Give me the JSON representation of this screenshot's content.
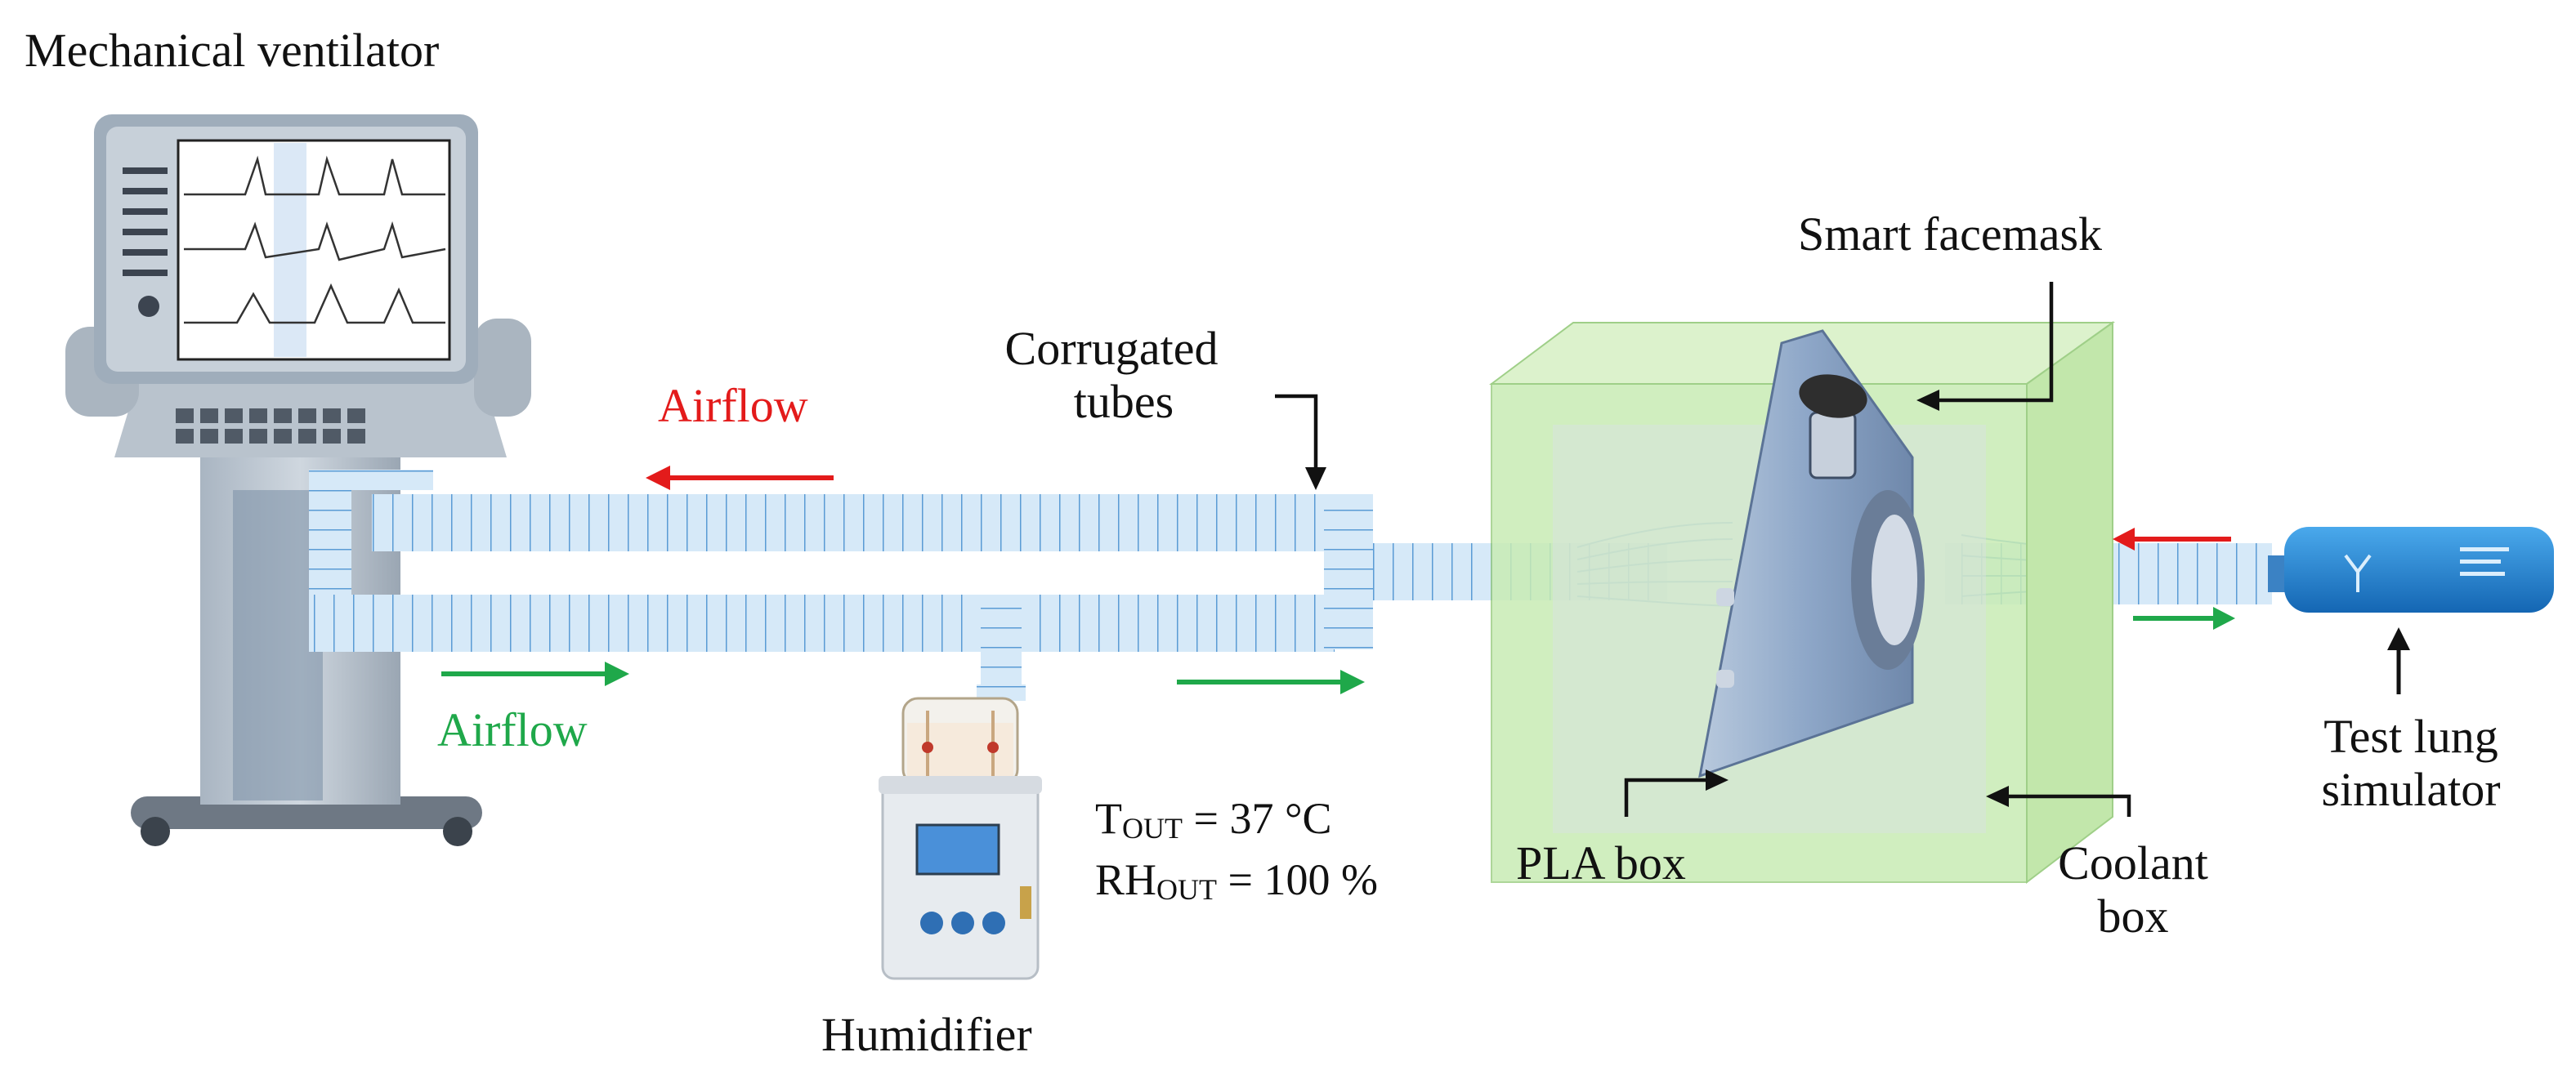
{
  "labels": {
    "mechanical_ventilator": "Mechanical ventilator",
    "corrugated_tubes_line1": "Corrugated",
    "corrugated_tubes_line2": "tubes",
    "airflow_top": "Airflow",
    "airflow_bottom": "Airflow",
    "smart_facemask": "Smart facemask",
    "humidifier": "Humidifier",
    "pla_box": "PLA box",
    "coolant_box_line1": "Coolant",
    "coolant_box_line2": "box",
    "test_lung_line1": "Test lung",
    "test_lung_line2": "simulator"
  },
  "humidifier_output": {
    "t_prefix": "T",
    "t_sub": "OUT",
    "t_value": " = 37 °C",
    "rh_prefix": "RH",
    "rh_sub": "OUT",
    "rh_value": " = 100 %"
  },
  "colors": {
    "tube_fill": "#d6e9f8",
    "tube_rib": "#5a9bd5",
    "coolant_box": "#c8ecb4",
    "mask": "#8ea7c8",
    "airflow_out": "#e31b1b",
    "airflow_in": "#1fa84a",
    "lung_simulator": "#1e88d8"
  }
}
